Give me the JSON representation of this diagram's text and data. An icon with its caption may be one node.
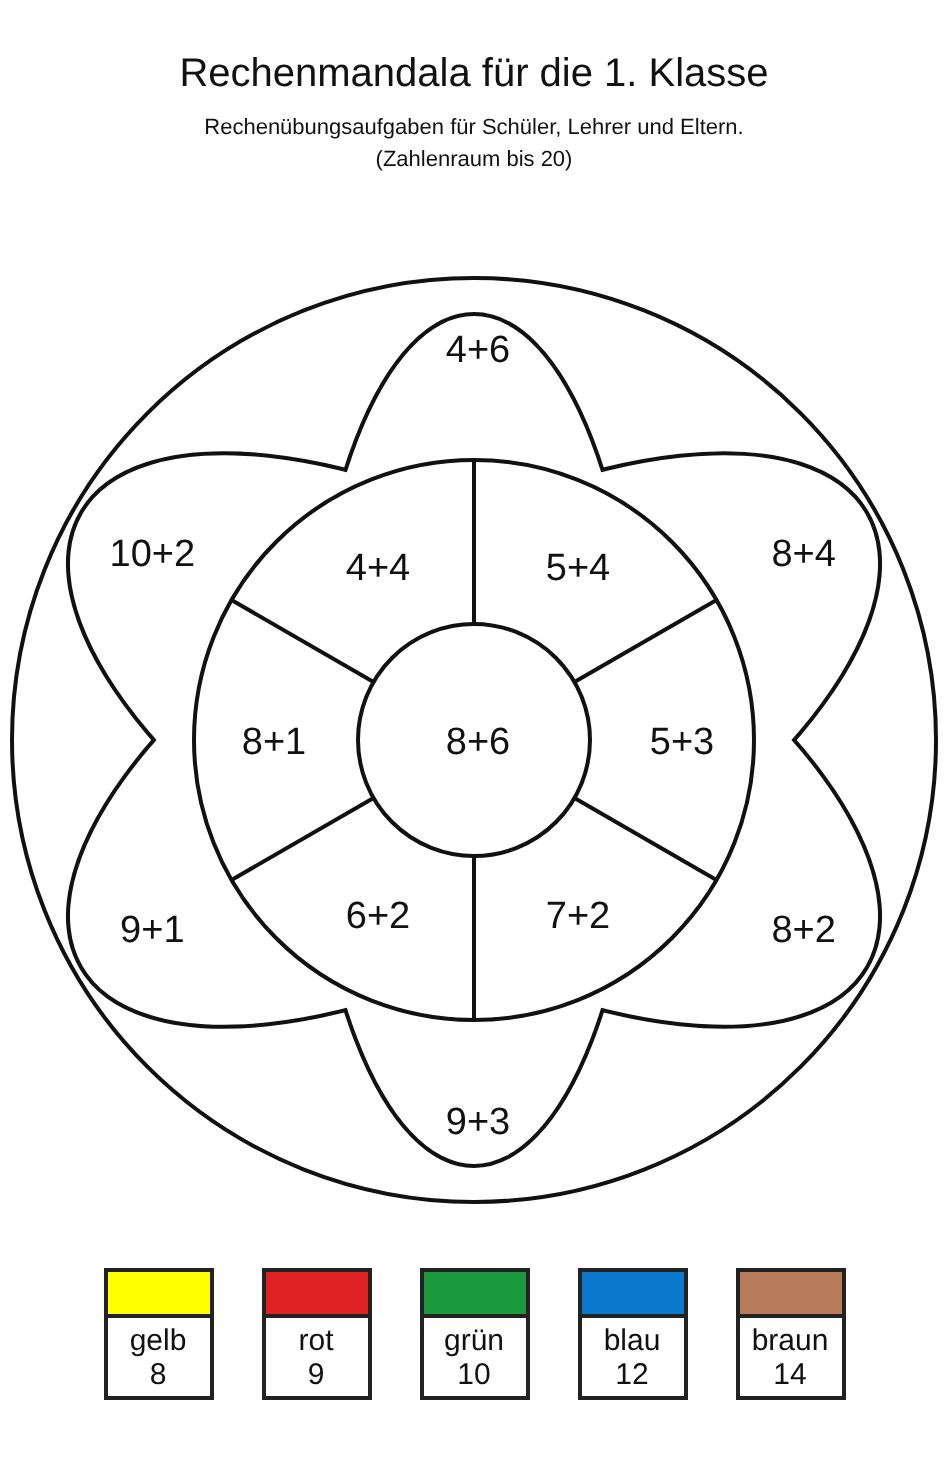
{
  "diagram": {
    "title": "Rechenmandala für die 1. Klasse",
    "nodes": [
      {
        "text": [],
        "shape": "circle"
      },
      {
        "text": [
          "4+6"
        ],
        "in": 0
      },
      {
        "text": [
          "10+2"
        ],
        "in": 0
      },
      {
        "text": [
          "4+4"
        ],
        "in": 0
      },
      {
        "text": [
          "5+4"
        ],
        "in": 0
      },
      {
        "text": [
          "8+4"
        ],
        "in": 0
      },
      {
        "text": [
          "8+1"
        ],
        "in": 0
      },
      {
        "text": [
          "8+6"
        ],
        "in": 0
      },
      {
        "text": [
          "5+3"
        ],
        "in": 0
      },
      {
        "text": [
          "9+1"
        ],
        "in": 0
      },
      {
        "text": [
          "6+2"
        ],
        "in": 0
      },
      {
        "text": [
          "7+2"
        ],
        "in": 0
      },
      {
        "text": [
          "8+2"
        ],
        "in": 0
      },
      {
        "text": [
          "9+3"
        ],
        "in": 0
      }
    ],
    "labels": [
      "Rechenübungsaufgaben für Schüler, Lehrer und Eltern.",
      "(Zahlenraum bis 20)"
    ],
    "legend": [
      {
        "text": "gelb 8",
        "color": "#ffff00"
      },
      {
        "text": "rot 9",
        "color": "#e02222"
      },
      {
        "text": "grün 10",
        "color": "#1a9a3c"
      },
      {
        "text": "blau 12",
        "color": "#0a78cc"
      },
      {
        "text": "braun 14",
        "color": "#b87c5a"
      }
    ]
  }
}
